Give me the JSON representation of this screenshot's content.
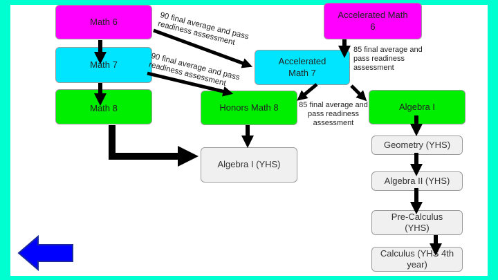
{
  "boxes": {
    "math6": "Math 6",
    "math7": "Math 7",
    "math8": "Math 8",
    "accel6": "Accelerated Math 6",
    "accel7": "Accelerated Math 7",
    "honors8": "Honors Math 8",
    "algebra1": "Algebra I",
    "algebra1_yhs": "Algebra I (YHS)",
    "geometry": "Geometry (YHS)",
    "algebra2": "Algebra II (YHS)",
    "precalc": "Pre-Calculus (YHS)",
    "calculus": "Calculus (YHS 4th year)"
  },
  "notes": {
    "top_line1": "90 final average and pass",
    "top_line2": "readiness assessment",
    "mid_line1": "90 final average and pass",
    "mid_line2": "readiness assessment",
    "right_top": "85 final average and pass readiness assessment",
    "right_mid": "85 final average and pass readiness assessment"
  },
  "nav": {
    "back_icon": "left-arrow-icon"
  },
  "colors": {
    "border": "#00ffd0",
    "math6": "#ff00ff",
    "math7": "#00e5ff",
    "math8": "#00ee00",
    "yhs": "#f0f0f0",
    "back_arrow": "#0000ff"
  }
}
